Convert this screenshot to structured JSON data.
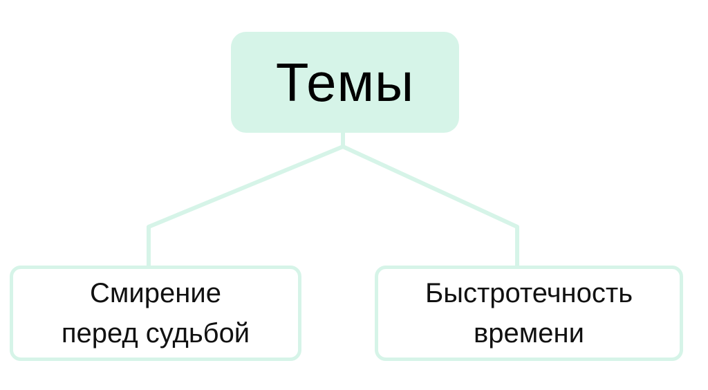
{
  "diagram": {
    "colors": {
      "accent": "#d6f4e8",
      "text": "#000000",
      "background": "#ffffff"
    },
    "root": {
      "label": "Темы"
    },
    "children": [
      {
        "line1": "Смирение",
        "line2": "перед судьбой"
      },
      {
        "line1": "Быстротечность",
        "line2": "времени"
      }
    ]
  }
}
